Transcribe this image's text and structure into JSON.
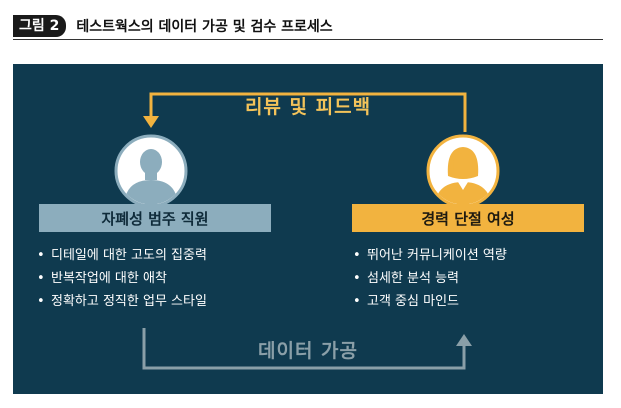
{
  "figure": {
    "badge": "그림 2",
    "title": "테스트웍스의 데이터 가공 및 검수 프로세스"
  },
  "flow": {
    "top_label": "리뷰 및 피드백",
    "bottom_label": "데이터 가공"
  },
  "left": {
    "role": "자폐성 범주 직원",
    "items": [
      "디테일에 대한 고도의 집중력",
      "반복작업에 대한 애착",
      "정확하고 정직한 업무 스타일"
    ]
  },
  "right": {
    "role": "경력 단절 여성",
    "items": [
      "뛰어난 커뮤니케이션 역량",
      "섬세한 분석 능력",
      "고객 중심 마인드"
    ]
  },
  "icons": {
    "left_avatar": "male-user-icon",
    "right_avatar": "female-user-icon"
  },
  "colors": {
    "panel": "#0f3a4f",
    "accent_yellow": "#f2b33f",
    "accent_blue": "#8cadbd",
    "bottom_arrow": "#8a9fa8"
  }
}
